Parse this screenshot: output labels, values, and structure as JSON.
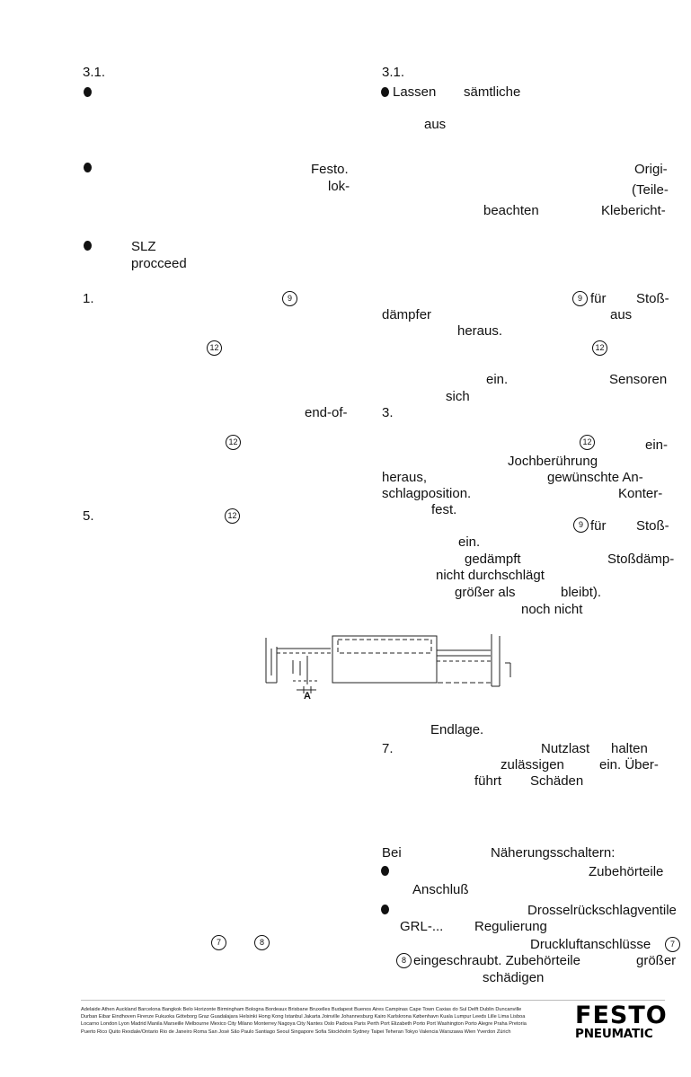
{
  "left_col": {
    "sec": "3.1.",
    "fragment_festo": "Festo.",
    "fragment_lok": "lok-",
    "fragment_slz": "SLZ",
    "fragment_procceed": "procceed",
    "item1": "1.",
    "circ9": "9",
    "circ12a": "12",
    "fragment_endof": "end-of-",
    "circ12b": "12",
    "item5": "5.",
    "circ12c": "12",
    "circ7": "7",
    "circ8": "8"
  },
  "right_col": {
    "sec": "3.1.",
    "lassen": "Lassen",
    "saemtliche": "sämtliche",
    "aus1": "aus",
    "origi": "Origi-",
    "teile": "(Teile-",
    "beachten": "beachten",
    "klebericht": "Klebericht-",
    "circ9a": "9",
    "fuer1": "für",
    "stoss1": "Stoß-",
    "daempfer": "dämpfer",
    "aus2": "aus",
    "heraus1": "heraus.",
    "circ12a": "12",
    "ein1": "ein.",
    "sensoren": "Sensoren",
    "sich": "sich",
    "item3": "3.",
    "circ12b": "12",
    "ein2": "ein-",
    "jochberuehrung": "Jochberührung",
    "heraus2": "heraus,",
    "gewuenschte": "gewünschte An-",
    "schlagposition": "schlagposition.",
    "konter": "Konter-",
    "fest": "fest.",
    "circ9b": "9",
    "fuer2": "für",
    "stoss2": "Stoß-",
    "ein3": "ein.",
    "gedaempft": "gedämpft",
    "stossdaemp": "Stoßdämp-",
    "nicht_durchschlaegt": "nicht durchschlägt",
    "groesser_als": "größer als",
    "bleibt": "bleibt).",
    "noch_nicht": "noch nicht",
    "endlage": "Endlage.",
    "item7": "7.",
    "nutzlast": "Nutzlast",
    "halten": "halten",
    "zulaessigen": "zulässigen",
    "ein_ueber": "ein. Über-",
    "fuehrt": "führt",
    "schaeden": "Schäden",
    "bei": "Bei",
    "naeherungsschaltern": "Näherungsschaltern:",
    "zubehoerteile1": "Zubehörteile",
    "anschluss": "Anschluß",
    "drossel": "Drosselrückschlagventile",
    "grl": "GRL-...",
    "regulierung": "Regulierung",
    "druckluft": "Druckluftanschlüsse",
    "circ7": "7",
    "circ8": "8",
    "eingeschraubt": "eingeschraubt. Zubehörteile",
    "groesser": "größer",
    "schaedigen": "schädigen"
  },
  "diagram": {
    "dim_label": "A"
  },
  "footer": {
    "cities": "Adelaide Athen Auckland Barcelona Bangkok Belo Horizonte Birmingham Bologna Bordeaux Brisbane Bruxelles Budapest Buenos Aires Campinas Cape Town Caxias do Sul Delft Dublin Duncanville Durban Eibar Eindhoven Firenze Fukuoka Göteborg Graz Guadalajara Helsinki Hong Kong Istanbul Jakarta Joinville Johannesburg Kairo Karlskrona København Kuala Lumpur Leeds Lille Lima Lisboa Locarno London Lyon Madrid Manila Marseille Melbourne Mexico City Milano Monterrey Nagoya City Nantes Oslo Padova Paris Perth Port Elizabeth Porto Port Washington Porto Alegre Praha Pretoria Puerto Rico Quito Rexdale/Ontario Rio de Janeiro Roma San José São Paulo Santiago Seoul Singapore Sofia Stockholm Sydney Taipei Teheran Tokyo Valencia Warszawa Wien Yverdon Zürich",
    "logo_top": "FESTO",
    "logo_bottom": "PNEUMATIC"
  }
}
